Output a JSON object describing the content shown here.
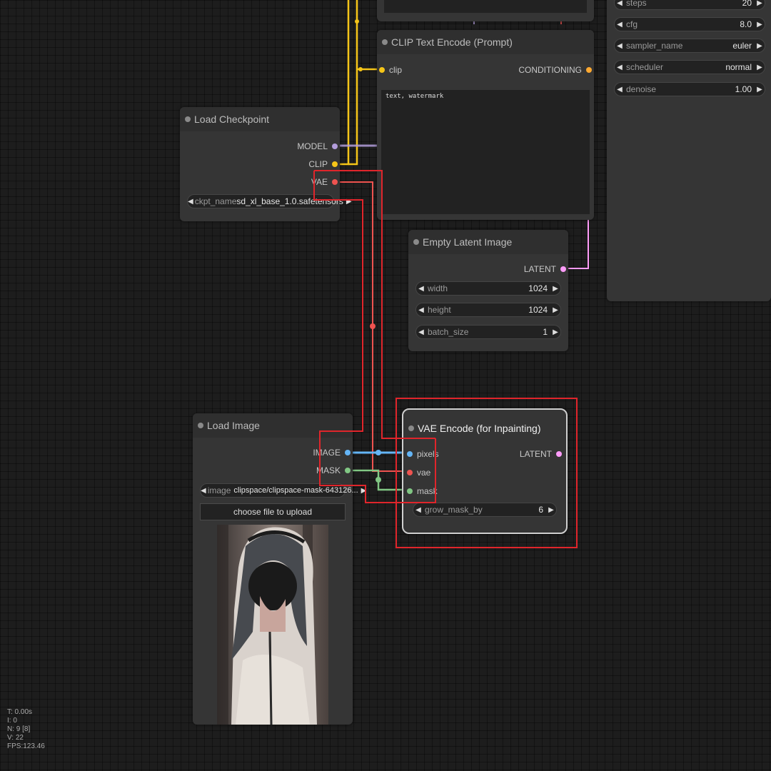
{
  "nodes": {
    "sampler": {
      "widgets": [
        {
          "label": "steps",
          "value": "20"
        },
        {
          "label": "cfg",
          "value": "8.0"
        },
        {
          "label": "sampler_name",
          "value": "euler"
        },
        {
          "label": "scheduler",
          "value": "normal"
        },
        {
          "label": "denoise",
          "value": "1.00"
        }
      ]
    },
    "clip_text_encode": {
      "title": "CLIP Text Encode (Prompt)",
      "input": "clip",
      "output": "CONDITIONING",
      "text": "text, watermark"
    },
    "load_checkpoint": {
      "title": "Load Checkpoint",
      "outputs": [
        "MODEL",
        "CLIP",
        "VAE"
      ],
      "ckpt_label": "ckpt_name",
      "ckpt_value": "sd_xl_base_1.0.safetensors"
    },
    "empty_latent": {
      "title": "Empty Latent Image",
      "output": "LATENT",
      "widgets": [
        {
          "label": "width",
          "value": "1024"
        },
        {
          "label": "height",
          "value": "1024"
        },
        {
          "label": "batch_size",
          "value": "1"
        }
      ]
    },
    "load_image": {
      "title": "Load Image",
      "outputs": [
        "IMAGE",
        "MASK"
      ],
      "image_label": "image",
      "image_value": "clipspace/clipspace-mask-643126...",
      "upload_label": "choose file to upload"
    },
    "vae_encode": {
      "title": "VAE Encode (for Inpainting)",
      "inputs": [
        "pixels",
        "vae",
        "mask"
      ],
      "output": "LATENT",
      "widget_label": "grow_mask_by",
      "widget_value": "6"
    }
  },
  "stats": {
    "t": "T: 0.00s",
    "i": "I: 0",
    "n": "N: 9 [8]",
    "v": "V: 22",
    "fps": "FPS:123.46"
  },
  "colors": {
    "model": "#b39ddb",
    "clip": "#f5c518",
    "vae": "#ef5350",
    "image": "#64b5f6",
    "mask": "#81c784",
    "latent": "#ff9cf9",
    "conditioning": "#ffa931",
    "highlight": "#e0252b"
  }
}
